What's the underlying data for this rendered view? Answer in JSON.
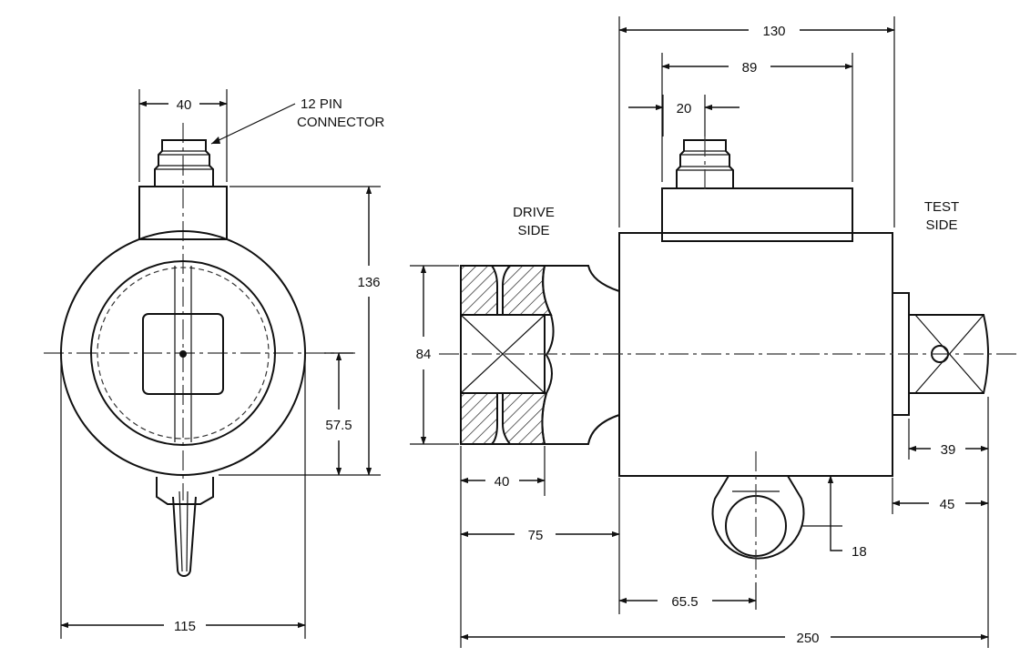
{
  "labels": {
    "connector": [
      "12 PIN",
      "CONNECTOR"
    ],
    "drive_side": [
      "DRIVE",
      "SIDE"
    ],
    "test_side": [
      "TEST",
      "SIDE"
    ]
  },
  "dimensions": {
    "front_connector_width": "40",
    "front_body_width": "115",
    "front_height": "136",
    "front_axis_to_bottom": "57.5",
    "side_overall_top": "130",
    "side_connector_span": "89",
    "side_connector_width": "20",
    "side_drive_height": "84",
    "side_drive_square": "40",
    "side_drive_to_body": "75",
    "side_body_to_handle": "65.5",
    "side_overall_length": "250",
    "side_handle_offset": "18",
    "side_test_square": "39",
    "side_test_flange": "45"
  }
}
